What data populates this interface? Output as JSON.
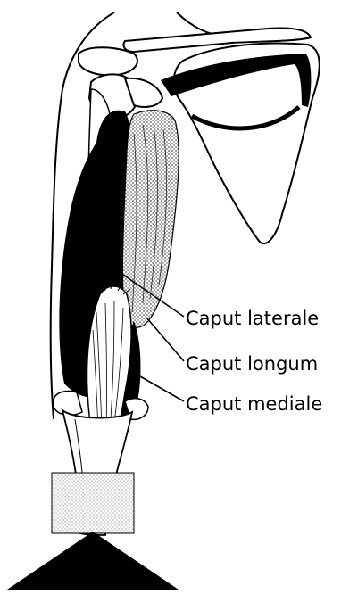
{
  "labels": {
    "caput_laterale": "Caput laterale",
    "caput_longum": "Caput longum",
    "caput_mediale": "Caput mediale"
  },
  "colors": {
    "ink": "#000000",
    "background": "#ffffff",
    "stipple": "#8a8a8a",
    "arrow_fill": "#d9d9d9"
  }
}
